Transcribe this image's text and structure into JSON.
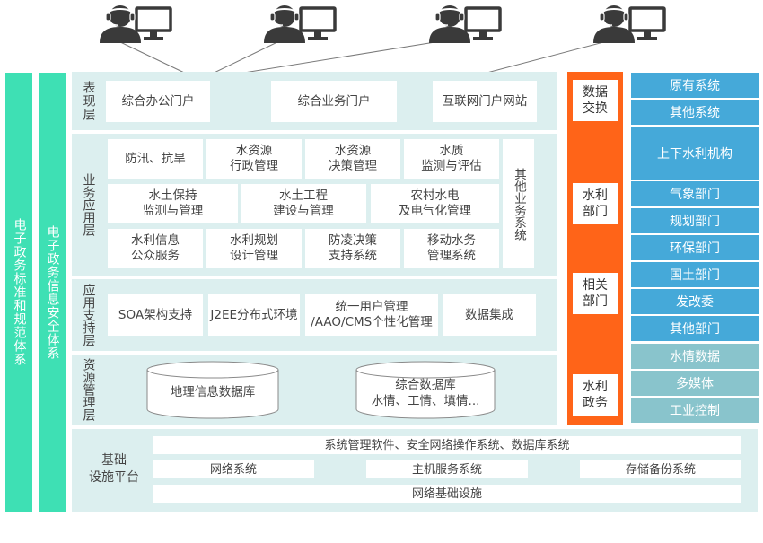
{
  "left_bars": [
    "电子政务标准和规范体系",
    "电子政务信息安全体系"
  ],
  "layers": {
    "presentation": {
      "name": "表现层",
      "items": [
        "综合办公门户",
        "综合业务门户",
        "互联网门户网站"
      ]
    },
    "business": {
      "name": "业务应用层",
      "items": [
        "防汛、抗旱",
        "水资源\n行政管理",
        "水资源\n决策管理",
        "水质\n监测与评估",
        "水土保持\n监测与管理",
        "水土工程\n建设与管理",
        "农村水电\n及电气化管理",
        "水利信息\n公众服务",
        "水利规划\n设计管理",
        "防凌决策\n支持系统",
        "移动水务\n管理系统"
      ],
      "other": "其他业务系统"
    },
    "support": {
      "name": "应用支持层",
      "items": [
        "SOA架构支持",
        "J2EE分布式环境",
        "统一用户管理\n/AAO/CMS个性化管理",
        "数据集成"
      ]
    },
    "resource": {
      "name": "资源管理层",
      "db1": "地理信息数据库",
      "db2": "综合数据库\n水情、工情、填情..."
    },
    "infrastructure": {
      "name": "基础\n设施平台",
      "row1": "系统管理软件、安全网络操作系统、数据库系统",
      "row2": [
        "网络系统",
        "主机服务系统",
        "存储备份系统"
      ],
      "row3": "网络基础设施"
    }
  },
  "middle_column": [
    "数据\n交换",
    "水利\n部门",
    "相关\n部门",
    "水利\n政务"
  ],
  "right_column": {
    "blue": [
      "原有系统",
      "其他系统",
      "上下水利机构",
      "气象部门",
      "规划部门",
      "环保部门",
      "国土部门",
      "发改委",
      "其他部门"
    ],
    "teal": [
      "水情数据",
      "多媒体",
      "工业控制"
    ]
  },
  "icons": [
    "user-computer-icon",
    "user-computer-icon",
    "user-computer-icon",
    "user-computer-icon"
  ],
  "colors": {
    "green_bar": "#3ee0b4",
    "layer_bg": "#dcefef",
    "orange": "#ff6418",
    "blue": "#45a9d9",
    "teal": "#89c4cc"
  }
}
